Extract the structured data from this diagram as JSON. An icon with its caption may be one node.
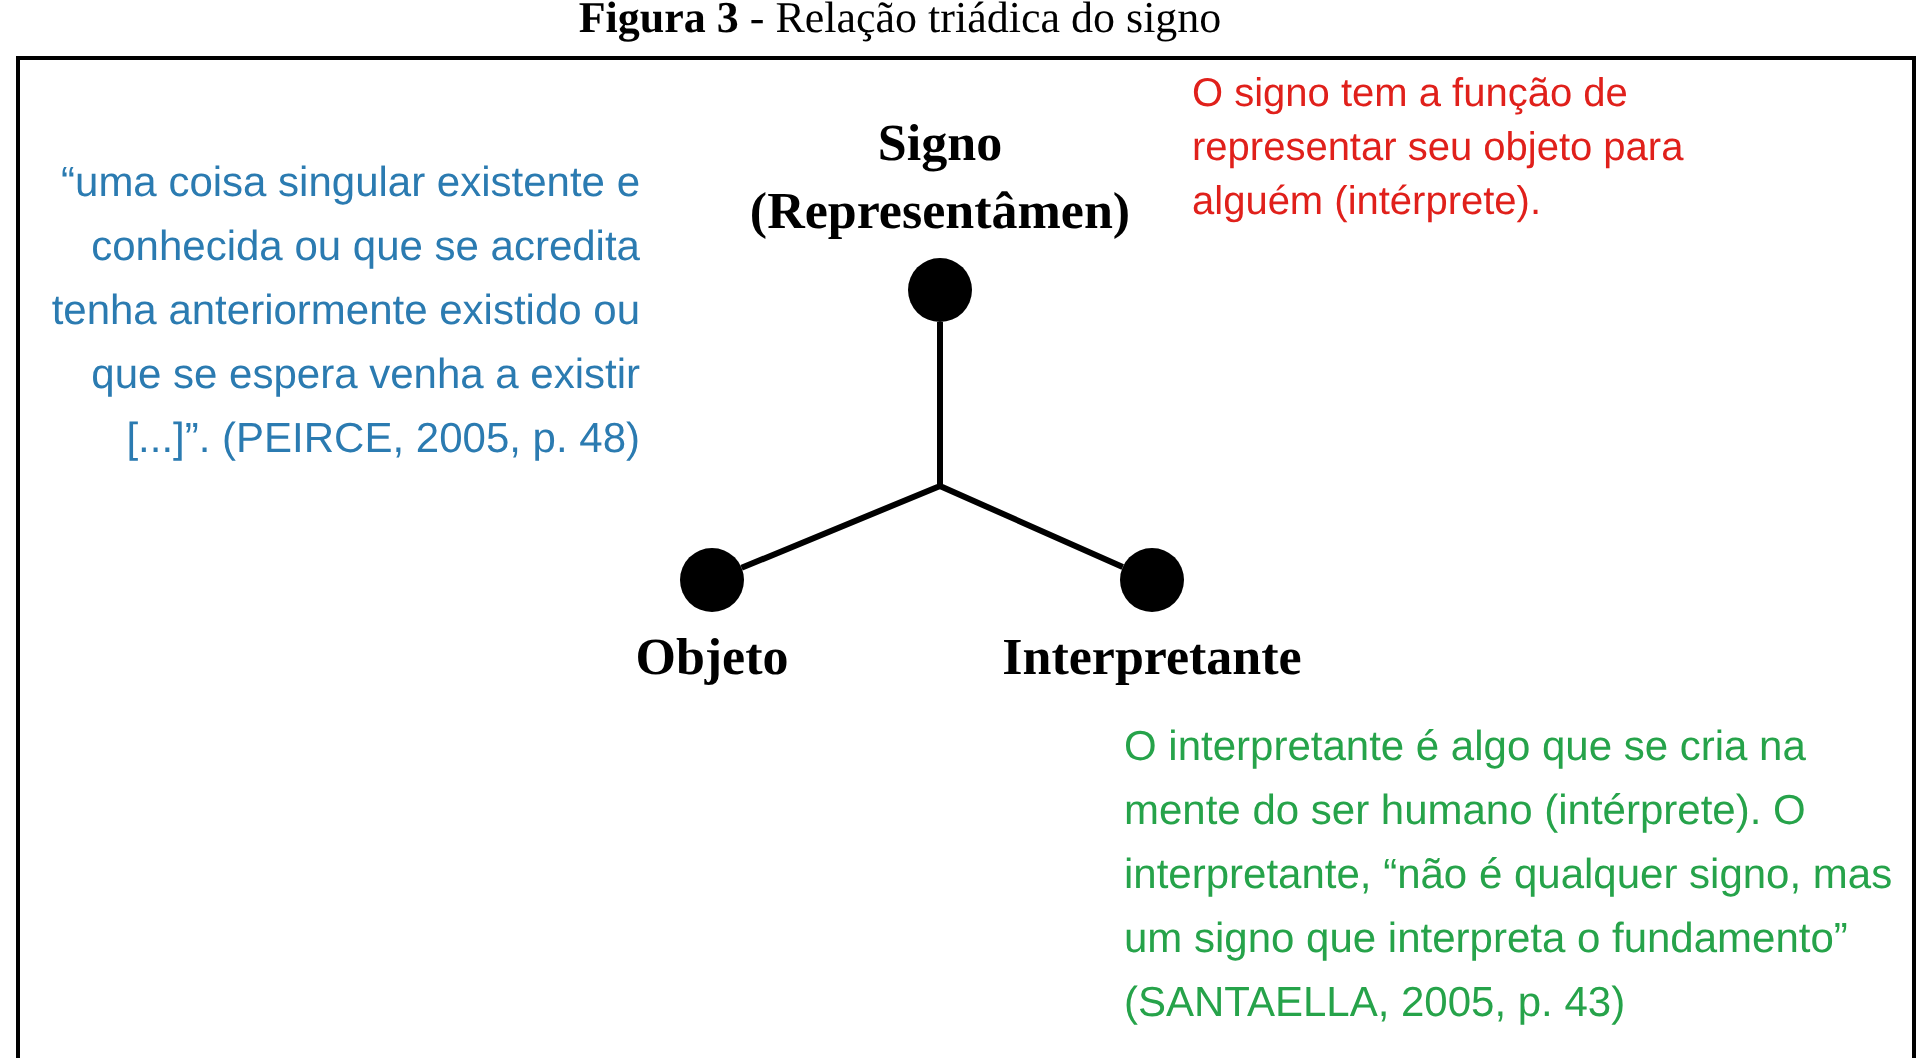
{
  "diagram": {
    "title": "**Figura 3** - Relação triádica do signo",
    "nodes": [
      {
        "text": [
          "Signo (Representâmen)"
        ]
      },
      {
        "text": [
          "Objeto"
        ],
        "beside": [
          "“uma coisa singular existente e conhecida ou que se acredita tenha anteriormente existido ou que se espera venha a existir [...]”. (PEIRCE, 2005, p. 48)"
        ]
      },
      {
        "text": [
          "Interpretante"
        ],
        "beside": [
          "O interpretante é algo que se cria na mente do ser humano (intérprete). O interpretante, “não é qualquer signo, mas um signo que interpreta o fundamento” (SANTAELLA, 2005, p. 43)"
        ]
      }
    ],
    "edges": [
      {
        "from": 0,
        "to": 1,
        "arrow": "none"
      },
      {
        "from": 0,
        "to": 2,
        "arrow": "none"
      }
    ],
    "labels": [
      "O signo tem a função de representar seu objeto para alguém (intérprete)."
    ]
  }
}
